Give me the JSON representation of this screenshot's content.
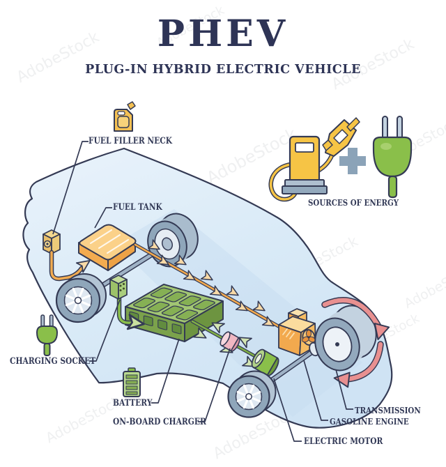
{
  "title": "PHEV",
  "subtitle": "PLUG-IN HYBRID ELECTRIC VEHICLE",
  "watermark": {
    "text": "AdobeStock"
  },
  "labels": {
    "fuel_filler_neck": "FUEL FILLER NECK",
    "fuel_tank": "FUEL TANK",
    "sources_of_energy": "SOURCES OF ENERGY",
    "charging_socket": "CHARGING SOCKET",
    "battery": "BATTERY",
    "on_board_charger": "ON-BOARD CHARGER",
    "electric_motor": "ELECTRIC MOTOR",
    "gasoline_engine": "GASOLINE ENGINE",
    "transmission": "TRANSMISSION"
  },
  "icons": {
    "fuel_filler_neck": "jerry-can-icon",
    "charging_socket": "power-plug-icon",
    "battery": "battery-icon",
    "sources_of_energy": [
      "fuel-pump-icon",
      "plus-icon",
      "power-plug-icon"
    ],
    "transmission": "rotation-arrows-icon"
  },
  "colors": {
    "ink": "#343a54",
    "heading_text": "#2e3456",
    "car_body": "#dcebf8",
    "fuel_orange": "#f2a94e",
    "tank_top": "#fbd189",
    "battery_green": "#a2c673",
    "accent_green": "#8abf4a",
    "steel_blue": "#9fb2c6",
    "charger_pink": "#f0b7c2",
    "rotation_red": "#e89090"
  }
}
